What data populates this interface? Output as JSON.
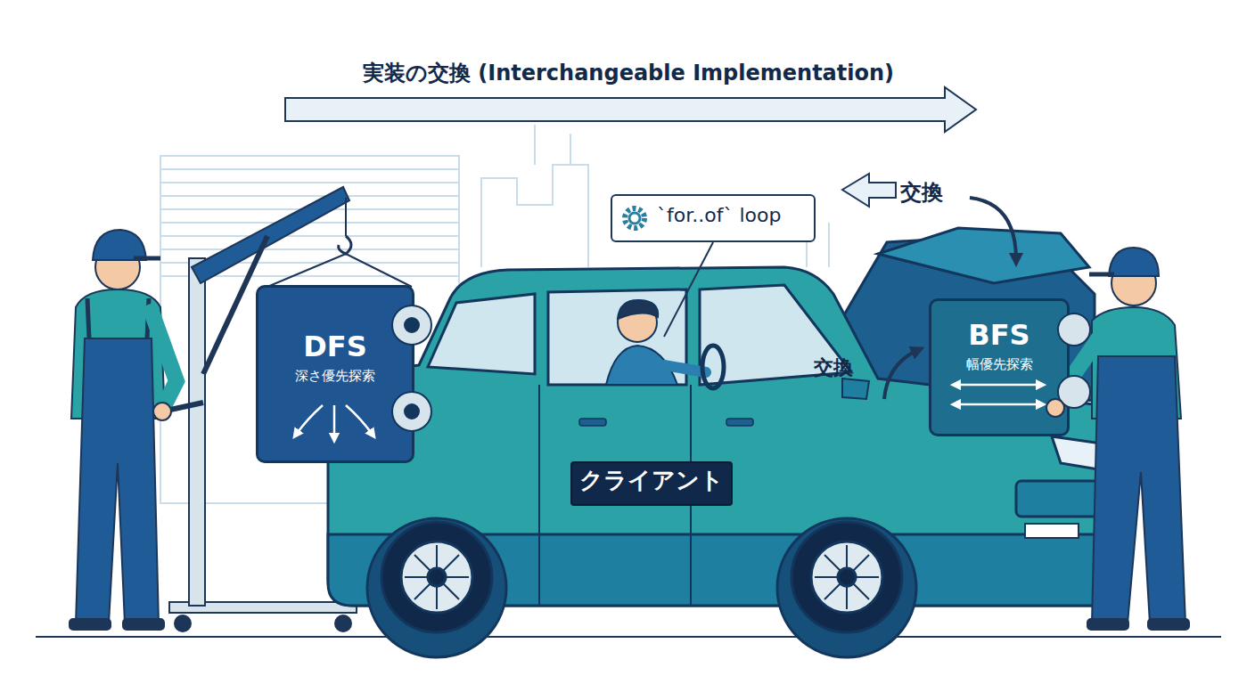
{
  "diagram": {
    "title": "実装の交換 (Interchangeable Implementation)",
    "nodes": [
      {
        "text": [
          "`for..of` loop"
        ]
      },
      {
        "text": [
          "DFS",
          "深さ優先探索"
        ]
      },
      {
        "text": [
          "BFS",
          "幅優先探索"
        ]
      },
      {
        "text": [
          "クライアント"
        ]
      }
    ],
    "labels": [
      "交換",
      "交換"
    ]
  }
}
